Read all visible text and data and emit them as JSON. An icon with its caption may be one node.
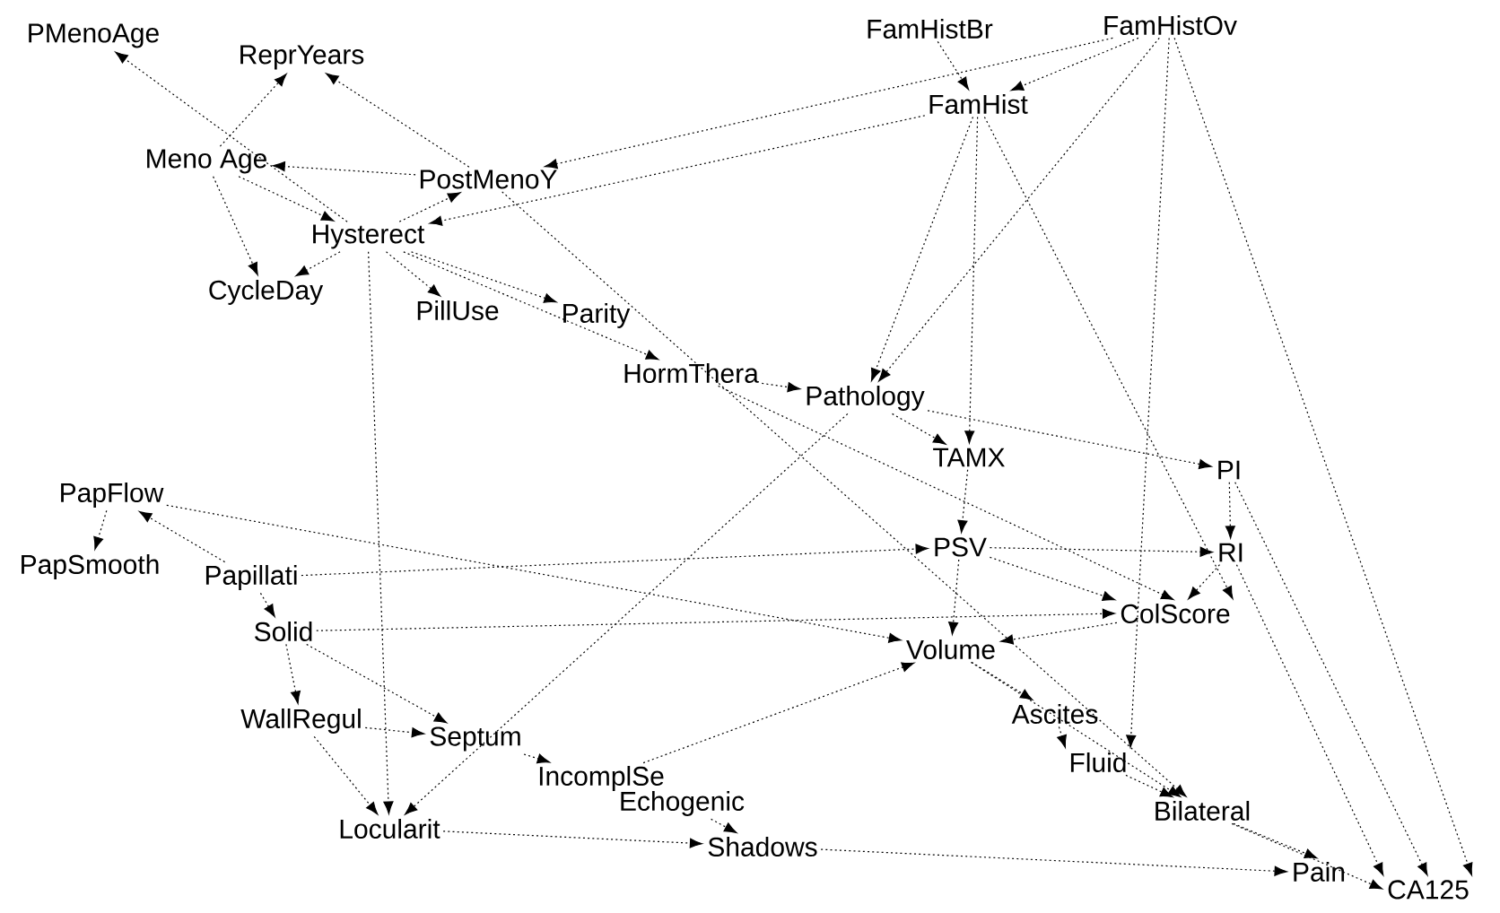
{
  "diagram": {
    "nodes": [
      {
        "text": [
          "PMenoAge"
        ]
      },
      {
        "text": [
          "ReprYears"
        ]
      },
      {
        "text": [
          "FamHistBr"
        ]
      },
      {
        "text": [
          "FamHistOv"
        ]
      },
      {
        "text": [
          "FamHist"
        ]
      },
      {
        "text": [
          "Meno Age"
        ]
      },
      {
        "text": [
          "PostMenoY"
        ]
      },
      {
        "text": [
          "Hysterect"
        ]
      },
      {
        "text": [
          "CycleDay"
        ]
      },
      {
        "text": [
          "PillUse"
        ]
      },
      {
        "text": [
          "Parity"
        ]
      },
      {
        "text": [
          "HormThera"
        ]
      },
      {
        "text": [
          "Pathology"
        ]
      },
      {
        "text": [
          "TAMX"
        ]
      },
      {
        "text": [
          "PI"
        ]
      },
      {
        "text": [
          "PapFlow"
        ]
      },
      {
        "text": [
          "PapSmooth"
        ]
      },
      {
        "text": [
          "Papillati"
        ]
      },
      {
        "text": [
          "PSV"
        ]
      },
      {
        "text": [
          "RI"
        ]
      },
      {
        "text": [
          "Solid"
        ]
      },
      {
        "text": [
          "ColScore"
        ]
      },
      {
        "text": [
          "Volume"
        ]
      },
      {
        "text": [
          "Ascites"
        ]
      },
      {
        "text": [
          "WallRegul"
        ]
      },
      {
        "text": [
          "Septum"
        ]
      },
      {
        "text": [
          "Fluid"
        ]
      },
      {
        "text": [
          "IncomplSe"
        ]
      },
      {
        "text": [
          "Echogenic"
        ]
      },
      {
        "text": [
          "Locularit"
        ]
      },
      {
        "text": [
          "Shadows"
        ]
      },
      {
        "text": [
          "Bilateral"
        ]
      },
      {
        "text": [
          "Pain"
        ]
      },
      {
        "text": [
          "CA125"
        ]
      }
    ],
    "edges": [
      {
        "from": 5,
        "to": 1,
        "arrow": "to",
        "style": "dashed"
      },
      {
        "from": 6,
        "to": 1,
        "arrow": "to",
        "style": "dashed"
      },
      {
        "from": 7,
        "to": 0,
        "arrow": "to",
        "style": "dashed"
      },
      {
        "from": 6,
        "to": 5,
        "arrow": "to",
        "style": "dashed"
      },
      {
        "from": 5,
        "to": 8,
        "arrow": "to",
        "style": "dashed"
      },
      {
        "from": 7,
        "to": 8,
        "arrow": "to",
        "style": "dashed"
      },
      {
        "from": 5,
        "to": 7,
        "arrow": "to",
        "style": "dashed"
      },
      {
        "from": 7,
        "to": 6,
        "arrow": "to",
        "style": "dashed"
      },
      {
        "from": 2,
        "to": 4,
        "arrow": "to",
        "style": "dashed"
      },
      {
        "from": 3,
        "to": 4,
        "arrow": "to",
        "style": "dashed"
      },
      {
        "from": 4,
        "to": 12,
        "arrow": "to",
        "style": "dashed"
      },
      {
        "from": 4,
        "to": 7,
        "arrow": "to",
        "style": "dashed"
      },
      {
        "from": 3,
        "to": 6,
        "arrow": "to",
        "style": "dashed"
      },
      {
        "from": 4,
        "to": 13,
        "arrow": "to",
        "style": "dashed"
      },
      {
        "from": 4,
        "to": 21,
        "arrow": "to",
        "style": "dashed"
      },
      {
        "from": 3,
        "to": 12,
        "arrow": "to",
        "style": "dashed"
      },
      {
        "from": 3,
        "to": 26,
        "arrow": "to",
        "style": "dashed"
      },
      {
        "from": 3,
        "to": 33,
        "arrow": "to",
        "style": "dashed"
      },
      {
        "from": 7,
        "to": 9,
        "arrow": "to",
        "style": "dashed"
      },
      {
        "from": 7,
        "to": 10,
        "arrow": "to",
        "style": "dashed"
      },
      {
        "from": 7,
        "to": 11,
        "arrow": "to",
        "style": "dashed"
      },
      {
        "from": 11,
        "to": 12,
        "arrow": "to",
        "style": "dashed"
      },
      {
        "from": 12,
        "to": 13,
        "arrow": "to",
        "style": "dashed"
      },
      {
        "from": 13,
        "to": 18,
        "arrow": "to",
        "style": "dashed"
      },
      {
        "from": 12,
        "to": 14,
        "arrow": "to",
        "style": "dashed"
      },
      {
        "from": 14,
        "to": 19,
        "arrow": "to",
        "style": "dashed"
      },
      {
        "from": 18,
        "to": 19,
        "arrow": "to",
        "style": "dashed"
      },
      {
        "from": 19,
        "to": 21,
        "arrow": "to",
        "style": "dashed"
      },
      {
        "from": 18,
        "to": 21,
        "arrow": "to",
        "style": "dashed"
      },
      {
        "from": 21,
        "to": 22,
        "arrow": "to",
        "style": "dashed"
      },
      {
        "from": 18,
        "to": 22,
        "arrow": "to",
        "style": "dashed"
      },
      {
        "from": 11,
        "to": 21,
        "arrow": "to",
        "style": "dashed"
      },
      {
        "from": 22,
        "to": 23,
        "arrow": "to",
        "style": "dashed"
      },
      {
        "from": 23,
        "to": 26,
        "arrow": "to",
        "style": "dashed"
      },
      {
        "from": 26,
        "to": 31,
        "arrow": "to",
        "style": "dashed"
      },
      {
        "from": 22,
        "to": 31,
        "arrow": "to",
        "style": "dashed"
      },
      {
        "from": 31,
        "to": 32,
        "arrow": "to",
        "style": "dashed"
      },
      {
        "from": 30,
        "to": 32,
        "arrow": "to",
        "style": "dashed"
      },
      {
        "from": 31,
        "to": 33,
        "arrow": "to",
        "style": "dashed"
      },
      {
        "from": 14,
        "to": 33,
        "arrow": "to",
        "style": "dashed"
      },
      {
        "from": 19,
        "to": 33,
        "arrow": "to",
        "style": "dashed"
      },
      {
        "from": 15,
        "to": 16,
        "arrow": "to",
        "style": "dashed"
      },
      {
        "from": 17,
        "to": 15,
        "arrow": "to",
        "style": "dashed"
      },
      {
        "from": 17,
        "to": 20,
        "arrow": "to",
        "style": "dashed"
      },
      {
        "from": 20,
        "to": 24,
        "arrow": "to",
        "style": "dashed"
      },
      {
        "from": 24,
        "to": 29,
        "arrow": "to",
        "style": "dashed"
      },
      {
        "from": 20,
        "to": 25,
        "arrow": "to",
        "style": "dashed"
      },
      {
        "from": 25,
        "to": 27,
        "arrow": "to",
        "style": "dashed"
      },
      {
        "from": 29,
        "to": 30,
        "arrow": "to",
        "style": "dashed"
      },
      {
        "from": 28,
        "to": 30,
        "arrow": "to",
        "style": "dashed"
      },
      {
        "from": 7,
        "to": 29,
        "arrow": "to",
        "style": "dashed"
      },
      {
        "from": 12,
        "to": 29,
        "arrow": "to",
        "style": "dashed"
      },
      {
        "from": 15,
        "to": 22,
        "arrow": "to",
        "style": "dashed"
      },
      {
        "from": 17,
        "to": 18,
        "arrow": "to",
        "style": "dashed"
      },
      {
        "from": 20,
        "to": 21,
        "arrow": "to",
        "style": "dashed"
      },
      {
        "from": 27,
        "to": 22,
        "arrow": "to",
        "style": "dashed"
      },
      {
        "from": 6,
        "to": 31,
        "arrow": "to",
        "style": "dashed"
      },
      {
        "from": 24,
        "to": 25,
        "arrow": "to",
        "style": "dashed"
      }
    ]
  }
}
